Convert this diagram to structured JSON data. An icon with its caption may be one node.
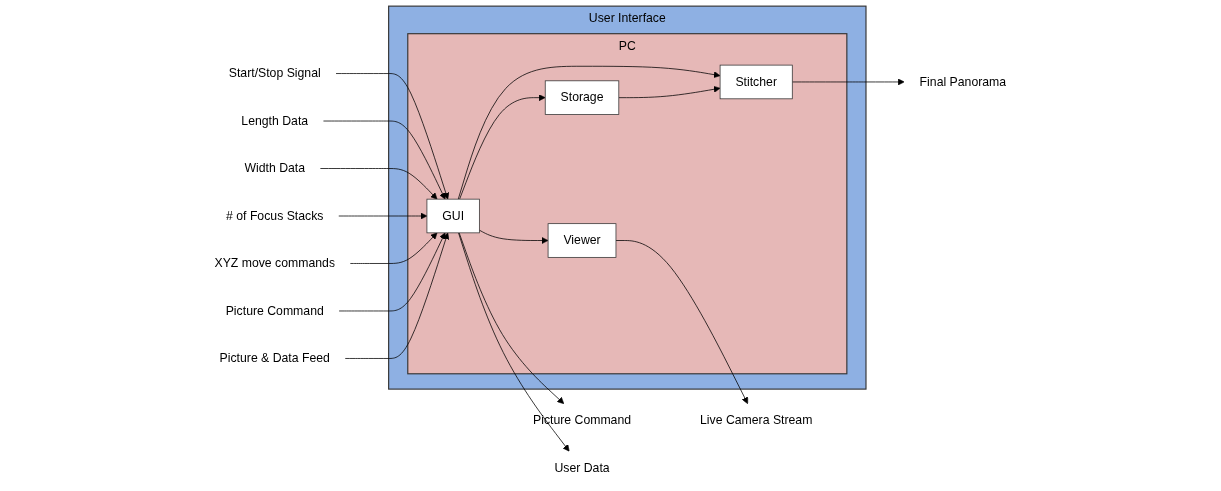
{
  "diagram": {
    "nodes": [
      {
        "text": [
          "User Interface"
        ]
      },
      {
        "text": [
          "PC"
        ],
        "in": 0
      },
      {
        "text": [
          "GUI"
        ],
        "in": 1
      },
      {
        "text": [
          "Viewer"
        ],
        "in": 1
      },
      {
        "text": [
          "Stitcher"
        ],
        "in": 1
      },
      {
        "text": [
          "Storage"
        ],
        "in": 1
      },
      {
        "text": [
          "Start/Stop Signal"
        ]
      },
      {
        "text": [
          "Length Data"
        ]
      },
      {
        "text": [
          "Width Data"
        ]
      },
      {
        "text": [
          "# of Focus Stacks"
        ]
      },
      {
        "text": [
          "XYZ move commands"
        ]
      },
      {
        "text": [
          "Picture Command"
        ]
      },
      {
        "text": [
          "Picture Command"
        ]
      },
      {
        "text": [
          "User Data"
        ]
      },
      {
        "text": [
          "Picture & Data Feed"
        ]
      },
      {
        "text": [
          "Live Camera Stream"
        ]
      },
      {
        "text": [
          "Final Panorama"
        ]
      }
    ],
    "edges": [
      {
        "from": 6,
        "to": 2,
        "arrow": "to"
      },
      {
        "from": 7,
        "to": 2,
        "arrow": "to"
      },
      {
        "from": 8,
        "to": 2,
        "arrow": "to"
      },
      {
        "from": 9,
        "to": 2,
        "arrow": "to"
      },
      {
        "from": 10,
        "to": 2,
        "arrow": "to"
      },
      {
        "from": 11,
        "to": 2,
        "arrow": "to"
      },
      {
        "from": 2,
        "to": 12,
        "arrow": "to"
      },
      {
        "from": 2,
        "to": 13,
        "arrow": "to"
      },
      {
        "from": 14,
        "to": 2,
        "arrow": "to"
      },
      {
        "from": 2,
        "to": 3,
        "arrow": "to"
      },
      {
        "from": 2,
        "to": 4,
        "arrow": "to"
      },
      {
        "from": 2,
        "to": 5,
        "arrow": "to"
      },
      {
        "from": 5,
        "to": 4,
        "arrow": "to"
      },
      {
        "from": 3,
        "to": 15,
        "arrow": "to"
      },
      {
        "from": 4,
        "to": 16,
        "arrow": "to"
      }
    ]
  }
}
